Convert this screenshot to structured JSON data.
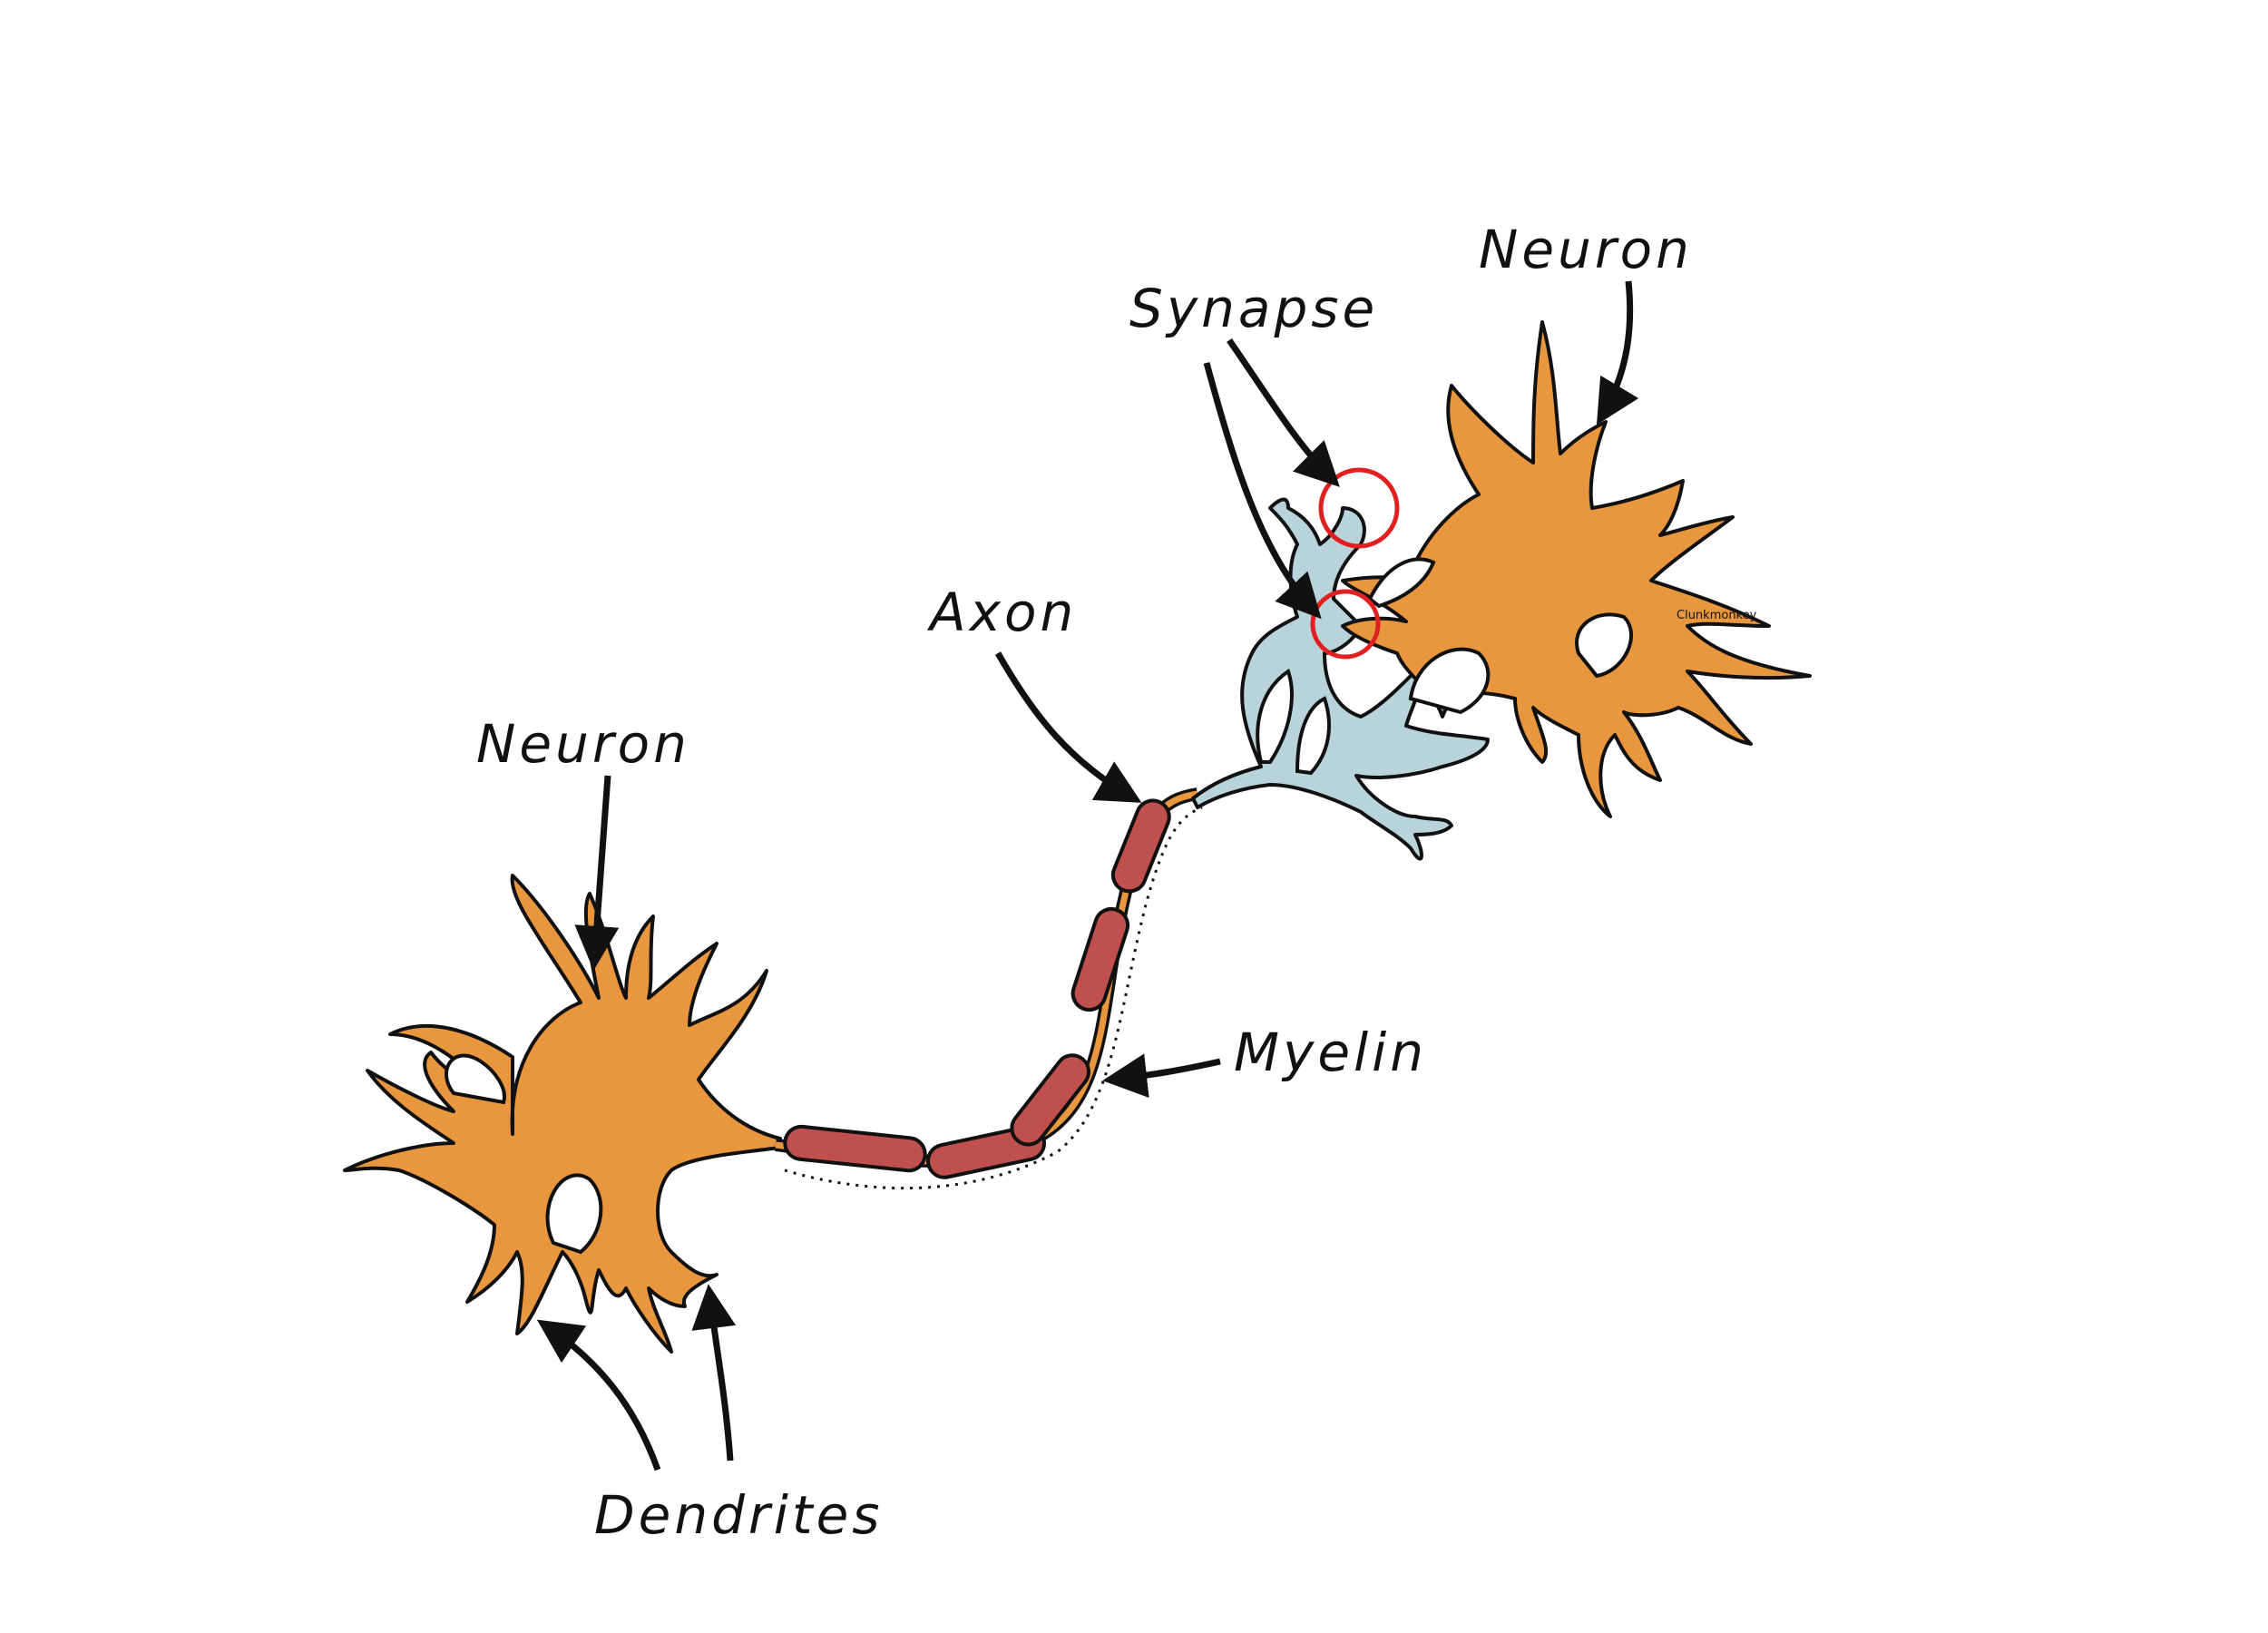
{
  "labels": {
    "neuron_left": "Neuron",
    "neuron_right": "Neuron",
    "synapse": "Synapse",
    "axon": "Axon",
    "myelin": "Myelin",
    "dendrites": "Dendrites"
  },
  "signature": "Clunkmonkey",
  "colors": {
    "cell_body": "#E8973E",
    "axon_terminal": "#B9D3DA",
    "myelin": "#C0504D",
    "synapse_marker": "#E02020",
    "outline": "#111111"
  }
}
